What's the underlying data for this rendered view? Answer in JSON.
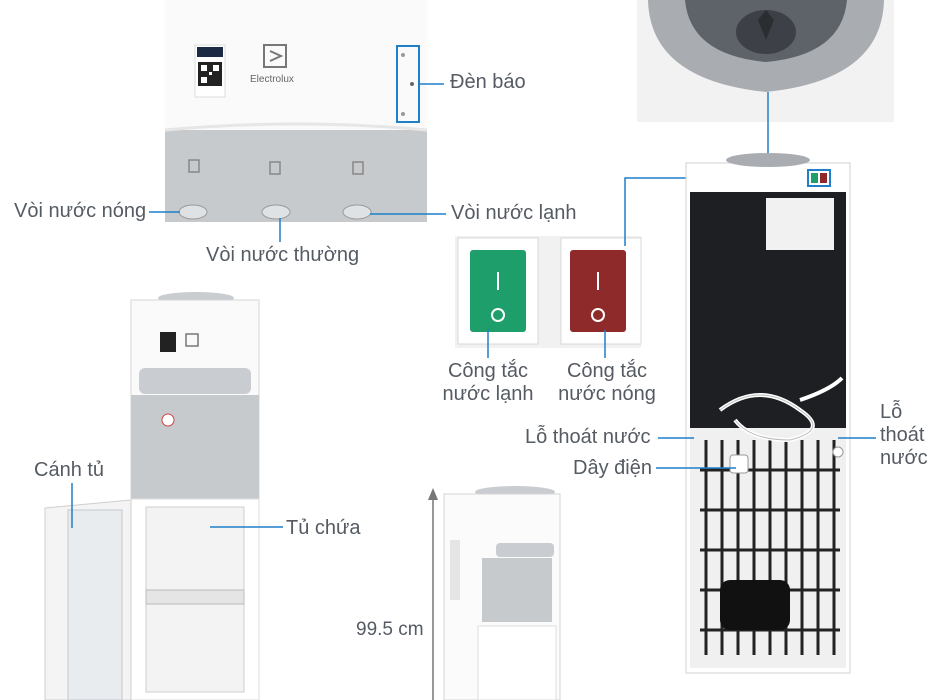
{
  "labels": {
    "den_bao": "Đèn báo",
    "voi_nuoc_nong": "Vòi nước nóng",
    "voi_nuoc_lanh": "Vòi nước lạnh",
    "voi_nuoc_thuong": "Vòi nước thường",
    "cong_tac_lanh_1": "Công tắc",
    "cong_tac_lanh_2": "nước lạnh",
    "cong_tac_nong_1": "Công tắc",
    "cong_tac_nong_2": "nước nóng",
    "lo_thoat_nuoc": "Lỗ thoát nước",
    "lo_thoat_nuoc_r1": "Lỗ",
    "lo_thoat_nuoc_r2": "thoát",
    "lo_thoat_nuoc_r3": "nước",
    "day_dien": "Dây điện",
    "canh_tu": "Cánh tủ",
    "tu_chua": "Tủ chứa",
    "height": "99.5 cm"
  },
  "brand": "Electrolux",
  "colors": {
    "label_text": "#555b63",
    "leader_line": "#1f7fc9",
    "switch_green": "#1e9e6a",
    "switch_red": "#8e2a2a",
    "panel_grey": "#c9ccd0"
  }
}
